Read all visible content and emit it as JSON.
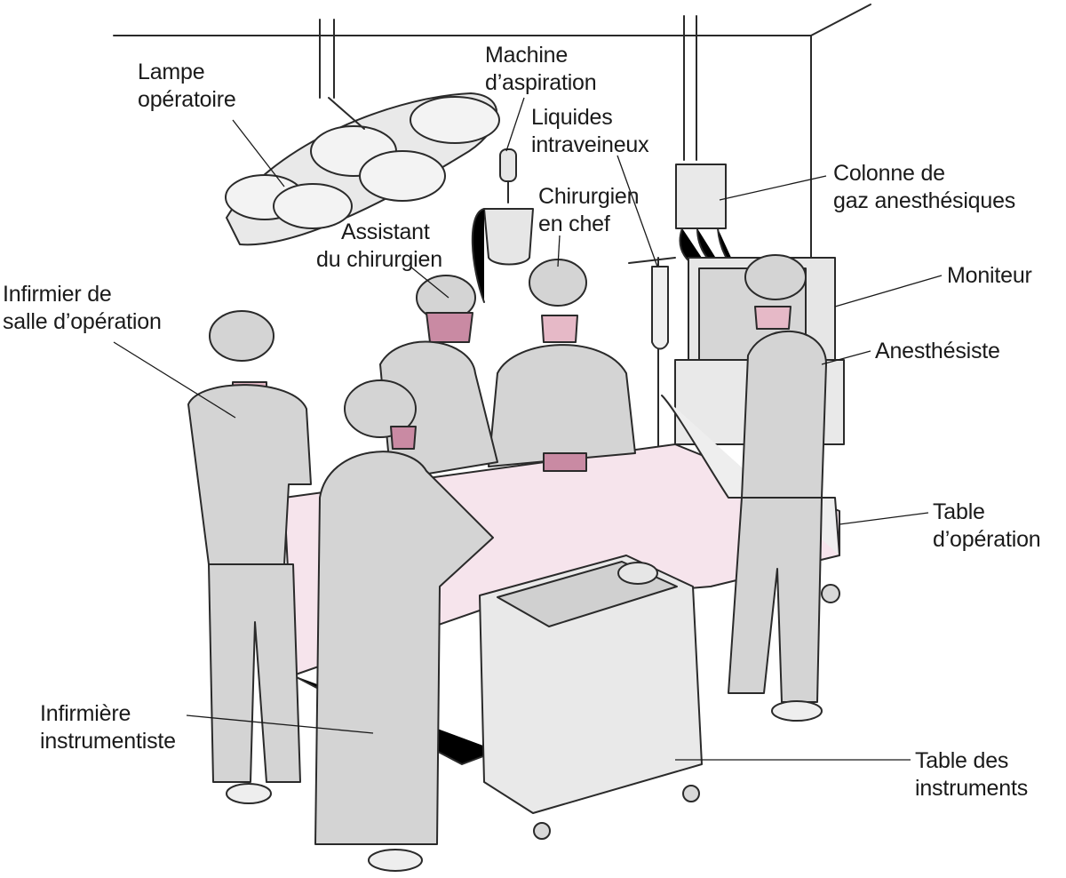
{
  "colors": {
    "scrubs": "#d4d4d4",
    "scrubs_dark": "#bdbdbd",
    "skin_accent": "#e6b9c7",
    "mask_accent": "#c98aa3",
    "drape": "#f6e4ec",
    "outline": "#2a2a2a"
  },
  "labels": {
    "lamp": [
      "Lampe",
      "opératoire"
    ],
    "suction": [
      "Machine",
      "d’aspiration"
    ],
    "iv": [
      "Liquides",
      "intraveineux"
    ],
    "gas": [
      "Colonne de",
      "gaz anesthésiques"
    ],
    "surgeon": [
      "Chirurgien",
      "en chef"
    ],
    "assistant": [
      "Assistant",
      "du chirurgien"
    ],
    "circulating_nurse": [
      "Infirmier de",
      "salle d’opération"
    ],
    "monitor": [
      "Moniteur"
    ],
    "anesthesiologist": [
      "Anesthésiste"
    ],
    "or_table": [
      "Table",
      "d’opération"
    ],
    "scrub_nurse": [
      "Infirmière",
      "instrumentiste"
    ],
    "instrument_table": [
      "Table des",
      "instruments"
    ]
  }
}
